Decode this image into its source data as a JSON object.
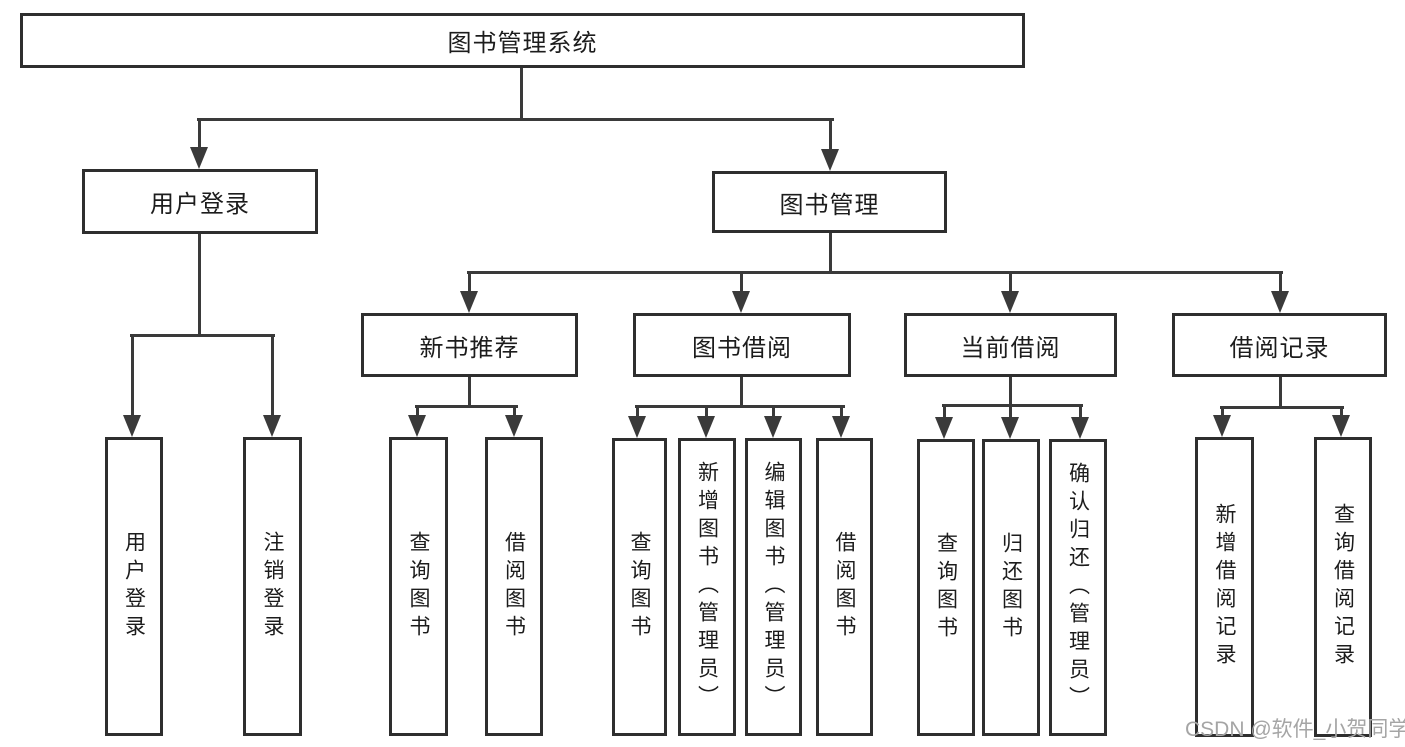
{
  "diagram": {
    "title": "图书管理系统",
    "branches": {
      "user_login": {
        "label": "用户登录",
        "children": {
          "login": "用户登录",
          "logout": "注销登录"
        }
      },
      "book_management": {
        "label": "图书管理",
        "sections": {
          "new_books": {
            "label": "新书推荐",
            "children": {
              "query": "查询图书",
              "borrow": "借阅图书"
            }
          },
          "borrowing": {
            "label": "图书借阅",
            "children": {
              "query": "查询图书",
              "add": "新增图书（管理员）",
              "edit": "编辑图书（管理员）",
              "borrow": "借阅图书"
            }
          },
          "current": {
            "label": "当前借阅",
            "children": {
              "query": "查询图书",
              "return": "归还图书",
              "confirm": "确认归还（管理员）"
            }
          },
          "records": {
            "label": "借阅记录",
            "children": {
              "add": "新增借阅记录",
              "query": "查询借阅记录"
            }
          }
        }
      }
    }
  },
  "watermark": "CSDN @软件_小贺同学",
  "colors": {
    "line": "#3a3a3a",
    "border": "#2e2e2e",
    "text": "#1c1c1c",
    "watermark": "#a5a5a5",
    "bg": "#ffffff"
  }
}
